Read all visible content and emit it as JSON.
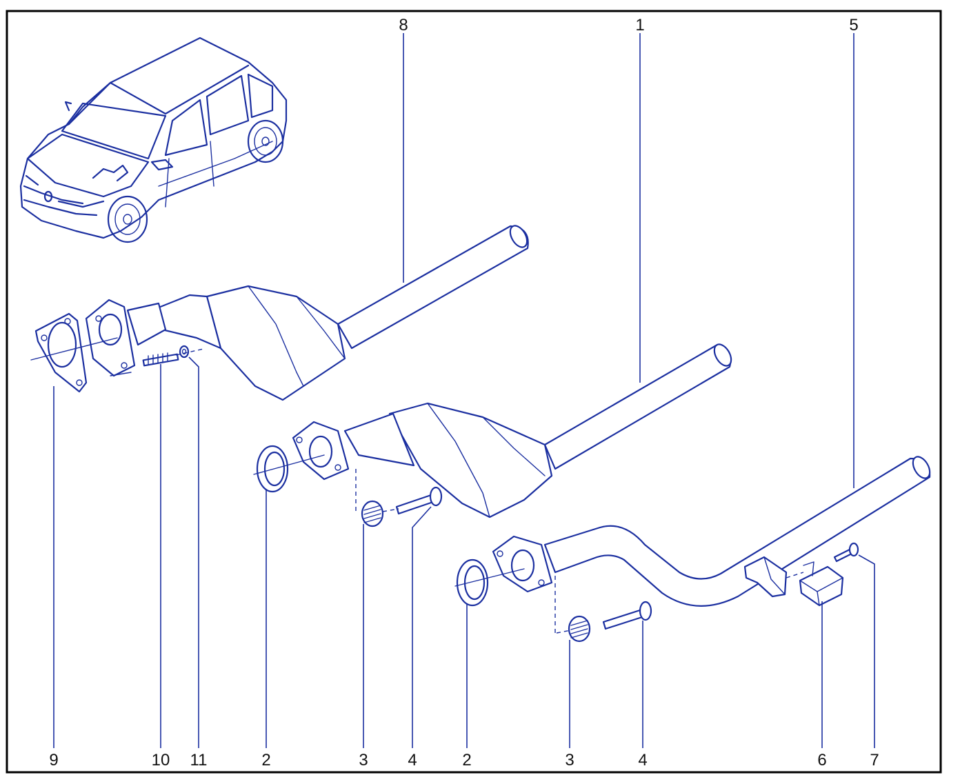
{
  "callouts": {
    "c1": "1",
    "c2a": "2",
    "c2b": "2",
    "c3a": "3",
    "c3b": "3",
    "c4a": "4",
    "c4b": "4",
    "c5": "5",
    "c6": "6",
    "c7": "7",
    "c8": "8",
    "c9": "9",
    "c10": "10",
    "c11": "11"
  },
  "colors": {
    "line": "#1b2fa0",
    "frame": "#000000",
    "background": "#ffffff"
  }
}
